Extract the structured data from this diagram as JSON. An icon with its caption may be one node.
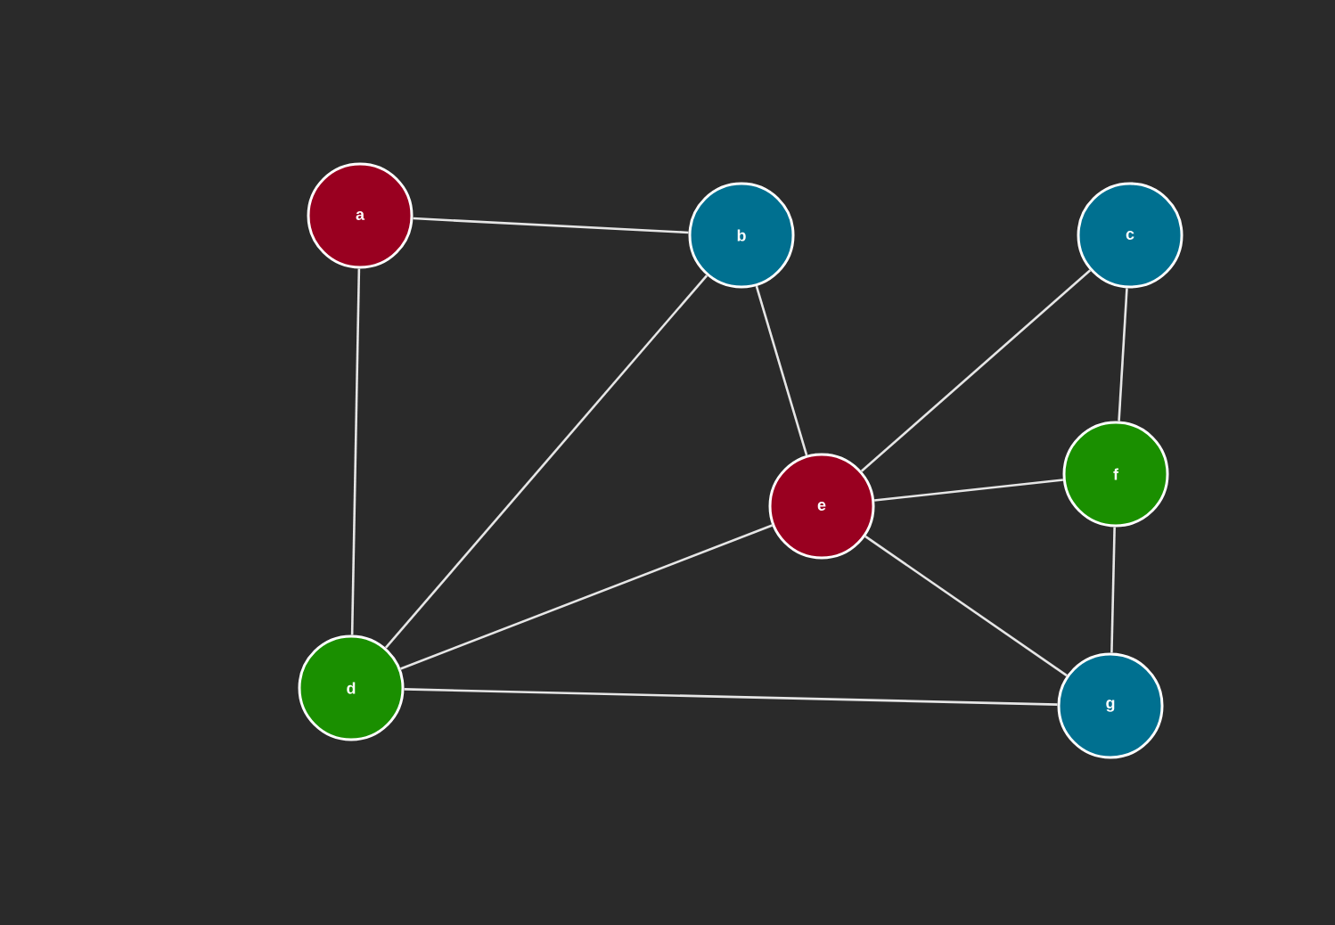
{
  "diagram": {
    "nodes": [
      {
        "text": [
          "a"
        ]
      },
      {
        "text": [
          "b"
        ]
      },
      {
        "text": [
          "c"
        ]
      },
      {
        "text": [
          "d"
        ]
      },
      {
        "text": [
          "e"
        ]
      },
      {
        "text": [
          "f"
        ]
      },
      {
        "text": [
          "g"
        ]
      }
    ],
    "edges": [
      {
        "from": 0,
        "to": 1,
        "arrow": "none"
      },
      {
        "from": 0,
        "to": 3,
        "arrow": "none"
      },
      {
        "from": 1,
        "to": 3,
        "arrow": "none"
      },
      {
        "from": 1,
        "to": 4,
        "arrow": "none"
      },
      {
        "from": 2,
        "to": 4,
        "arrow": "none"
      },
      {
        "from": 2,
        "to": 5,
        "arrow": "none"
      },
      {
        "from": 4,
        "to": 5,
        "arrow": "none"
      },
      {
        "from": 3,
        "to": 4,
        "arrow": "none"
      },
      {
        "from": 4,
        "to": 6,
        "arrow": "none"
      },
      {
        "from": 5,
        "to": 6,
        "arrow": "none"
      },
      {
        "from": 3,
        "to": 6,
        "arrow": "none"
      }
    ]
  }
}
